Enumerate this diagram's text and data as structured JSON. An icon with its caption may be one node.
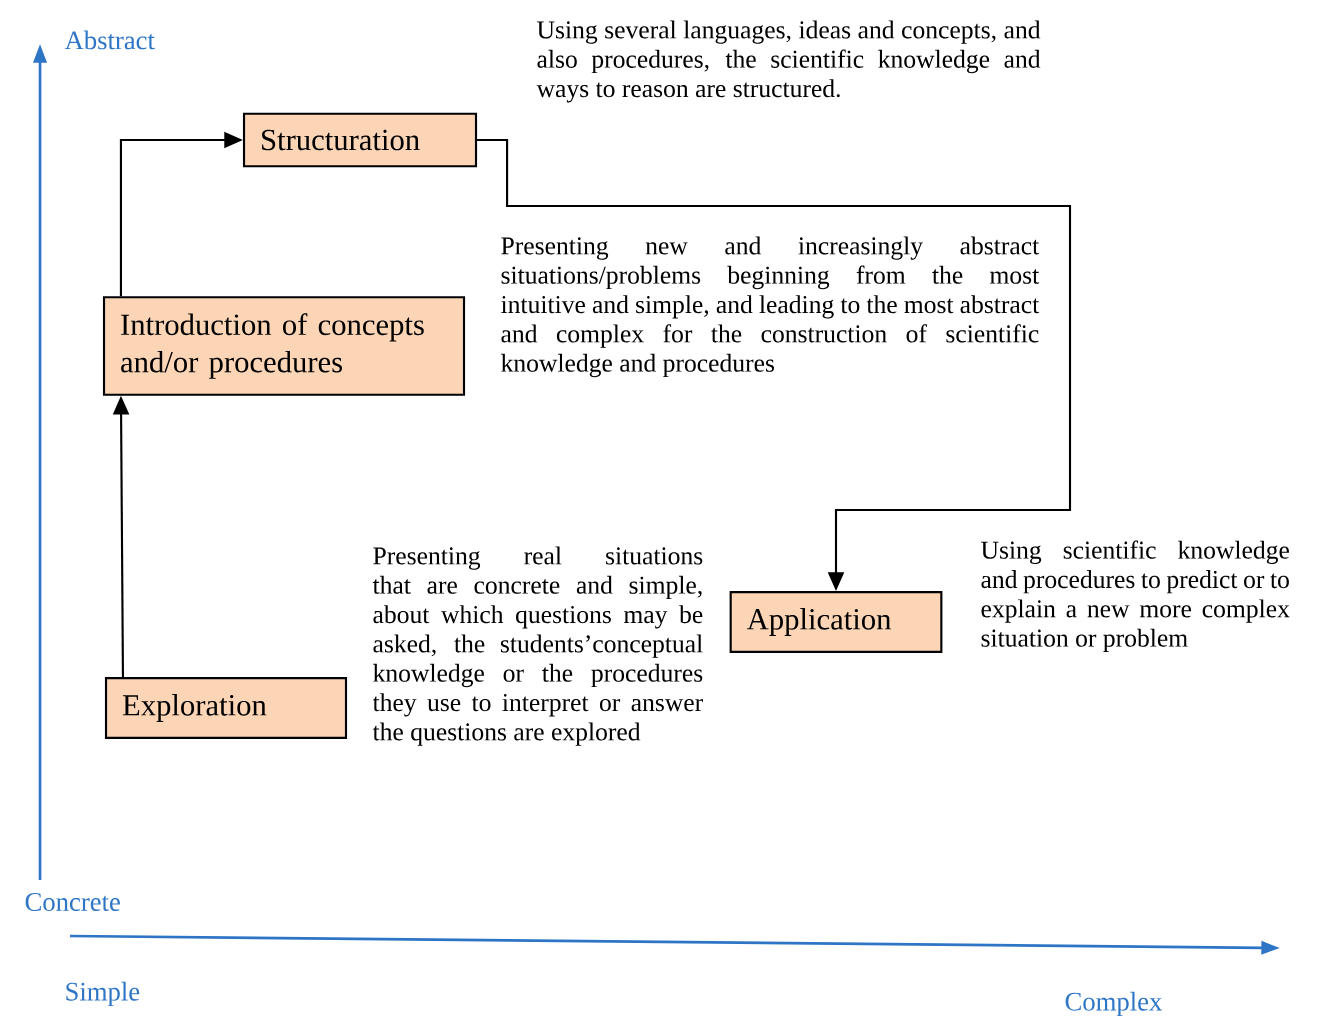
{
  "diagram": {
    "nodes": [
      {
        "text": [
          "Structuration"
        ],
        "beside": [
          "Using several languages, ideas and concepts, and also procedures, the scientific knowledge and ways to reason are structured."
        ]
      },
      {
        "text": [
          "Introduction of concepts and/or procedures"
        ],
        "beside": [
          "Presenting new and increasingly abstract situations/problems beginning from the most intuitive and simple, and leading to the most abstract and complex for the construction of scientific knowledge and procedures"
        ]
      },
      {
        "text": [
          "Exploration"
        ],
        "beside": [
          "Presenting real situations that are concrete and simple, about which questions may be asked, the students’conceptual knowledge or the procedures they use to interpret or answer the questions are explored"
        ]
      },
      {
        "text": [
          "Application"
        ],
        "beside": [
          "Using scientific knowledge and procedures to predict or to explain a new more complex situation or problem"
        ]
      }
    ],
    "edges": [
      {
        "from": 2,
        "to": 1,
        "arrow": "to"
      },
      {
        "from": 1,
        "to": 0,
        "arrow": "to"
      },
      {
        "from": 0,
        "to": 3,
        "arrow": "to"
      }
    ],
    "labels": [
      "Abstract",
      "Concrete",
      "Simple",
      "Complex"
    ]
  }
}
